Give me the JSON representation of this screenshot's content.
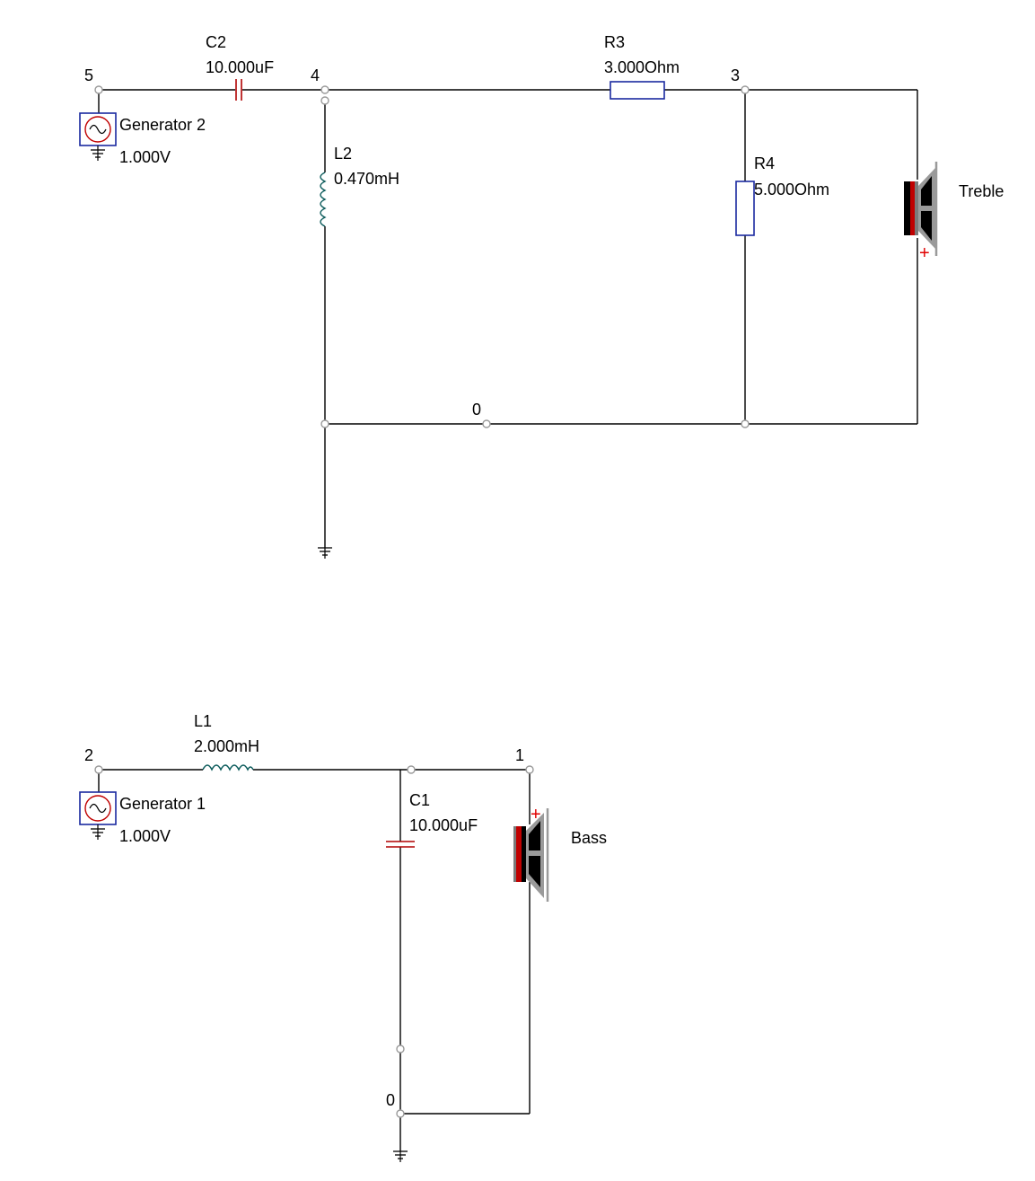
{
  "colors": {
    "wire": "#000000",
    "capacitor": "#b00000",
    "resistor": "#1a2aa0",
    "inductor": "#0a5a5a",
    "node": "#9a9a9a",
    "generator_box": "#1a2aa0",
    "generator_wave": "#c00000",
    "speaker_frame": "#9a9a9a",
    "speaker_magnet": "#c00000",
    "polarity": "#e00000"
  },
  "treble_circuit": {
    "nodes": {
      "n5": "5",
      "n4": "4",
      "n3": "3",
      "n0": "0"
    },
    "generator": {
      "name": "Generator 2",
      "value": "1.000V",
      "icon": "ac-source-icon"
    },
    "c2": {
      "name": "C2",
      "value": "10.000uF"
    },
    "l2": {
      "name": "L2",
      "value": "0.470mH"
    },
    "r3": {
      "name": "R3",
      "value": "3.000Ohm"
    },
    "r4": {
      "name": "R4",
      "value": "5.000Ohm"
    },
    "speaker": {
      "name": "Treble",
      "polarity": "+",
      "icon": "speaker-icon"
    }
  },
  "bass_circuit": {
    "nodes": {
      "n2": "2",
      "n1": "1",
      "n0": "0"
    },
    "generator": {
      "name": "Generator 1",
      "value": "1.000V",
      "icon": "ac-source-icon"
    },
    "l1": {
      "name": "L1",
      "value": "2.000mH"
    },
    "c1": {
      "name": "C1",
      "value": "10.000uF"
    },
    "speaker": {
      "name": "Bass",
      "polarity": "+",
      "icon": "speaker-icon"
    }
  }
}
